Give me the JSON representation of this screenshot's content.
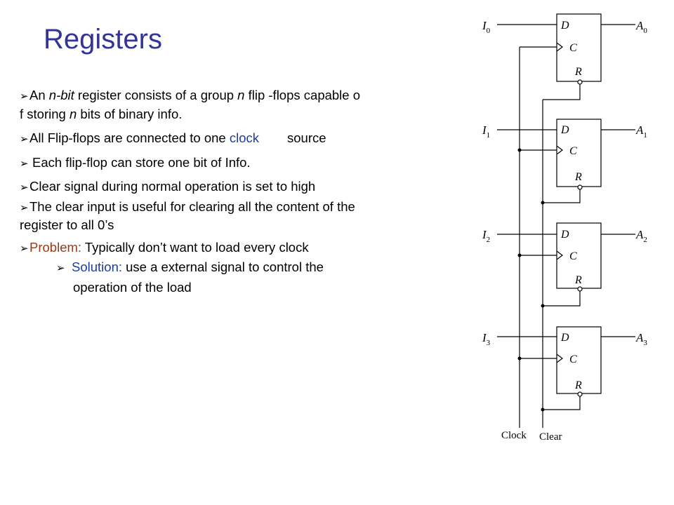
{
  "title": "Registers",
  "bullets": {
    "b1_pre": "An ",
    "b1_it1": "n-bit",
    "b1_mid": " register consists of a group ",
    "b1_it2": "n",
    "b1_post": " flip -flops capable o",
    "b1_line2_pre": "f storing ",
    "b1_line2_it": "n",
    "b1_line2_post": " bits of binary info.",
    "b2_pre": "All Flip-flops are connected to one ",
    "b2_clock": "clock",
    "b2_post": "source",
    "b3": "Each flip-flop can store one bit of Info.",
    "b4": "Clear signal during normal operation is set to high",
    "b5_line1": "The clear input is useful for clearing all the content of the",
    "b5_line2": "register to all 0’s",
    "b6_label": "Problem:",
    "b6_text": " Typically don’t want to load every clock",
    "b7_label": "Solution:",
    "b7_text": " use a external signal to control the",
    "b7_line2": "operation of the load"
  },
  "circuit": {
    "inputs": [
      "I",
      "I",
      "I",
      "I"
    ],
    "input_subs": [
      "0",
      "1",
      "2",
      "3"
    ],
    "outputs": [
      "A",
      "A",
      "A",
      "A"
    ],
    "output_subs": [
      "0",
      "1",
      "2",
      "3"
    ],
    "pin_d": "D",
    "pin_c": "C",
    "pin_r": "R",
    "clock_label": "Clock",
    "clear_label": "Clear"
  },
  "colors": {
    "title": "#33339a",
    "blue_text": "#1f3c9e",
    "brown_text": "#9a3a12"
  }
}
